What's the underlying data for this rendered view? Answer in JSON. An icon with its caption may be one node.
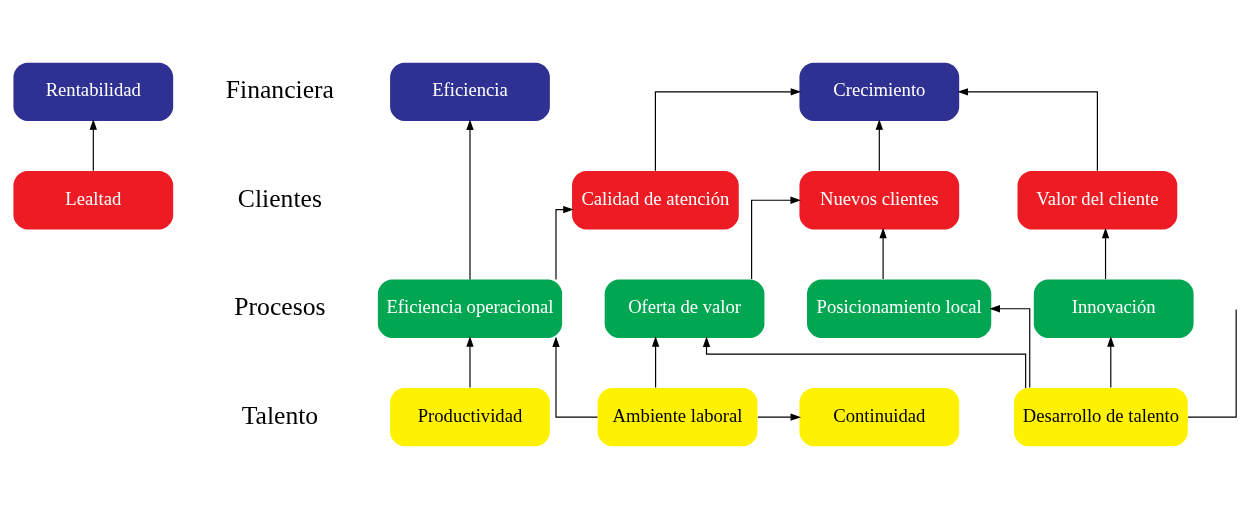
{
  "diagram": {
    "nodes": [
      {
        "text": [
          "Rentabilidad"
        ]
      },
      {
        "text": [
          "Crecimiento"
        ]
      },
      {
        "text": [
          "Eficiencia"
        ]
      },
      {
        "text": [
          "Calidad de atención"
        ]
      },
      {
        "text": [
          "Valor del cliente"
        ]
      },
      {
        "text": [
          "Lealtad"
        ]
      },
      {
        "text": [
          "Nuevos clientes"
        ]
      },
      {
        "text": [
          "Oferta de valor"
        ]
      },
      {
        "text": [
          "Innovación"
        ]
      },
      {
        "text": [
          "Eficiencia operacional"
        ]
      },
      {
        "text": [
          "Posicionamiento local"
        ]
      },
      {
        "text": [
          "Desarrollo de talento"
        ]
      },
      {
        "text": [
          "Ambiente laboral"
        ]
      },
      {
        "text": [
          "Productividad"
        ]
      },
      {
        "text": [
          "Continuidad"
        ]
      }
    ],
    "edges": [
      {
        "from": 3,
        "to": 1,
        "arrow": "to"
      },
      {
        "from": 4,
        "to": 1,
        "arrow": "to"
      },
      {
        "from": 6,
        "to": 1,
        "arrow": "to"
      },
      {
        "from": 5,
        "to": 0,
        "arrow": "to"
      },
      {
        "from": 9,
        "to": 2,
        "arrow": "to"
      },
      {
        "from": 9,
        "to": 3,
        "arrow": "to"
      },
      {
        "from": 7,
        "to": 6,
        "arrow": "to"
      },
      {
        "from": 10,
        "to": 6,
        "arrow": "to"
      },
      {
        "from": 8,
        "to": 4,
        "arrow": "to"
      },
      {
        "from": 11,
        "to": 7,
        "arrow": "to"
      },
      {
        "from": 11,
        "to": 8,
        "arrow": "to"
      },
      {
        "from": 11,
        "to": 10,
        "arrow": "to"
      },
      {
        "from": 12,
        "to": 7,
        "arrow": "to"
      },
      {
        "from": 12,
        "to": 9,
        "arrow": "to"
      },
      {
        "from": 13,
        "to": 9,
        "arrow": "to"
      },
      {
        "from": 12,
        "to": 14,
        "arrow": "to"
      },
      {
        "from": 11,
        "to": null,
        "arrow": "none"
      }
    ],
    "labels": [
      "Financiera",
      "Clientes",
      "Procesos",
      "Talento"
    ]
  }
}
